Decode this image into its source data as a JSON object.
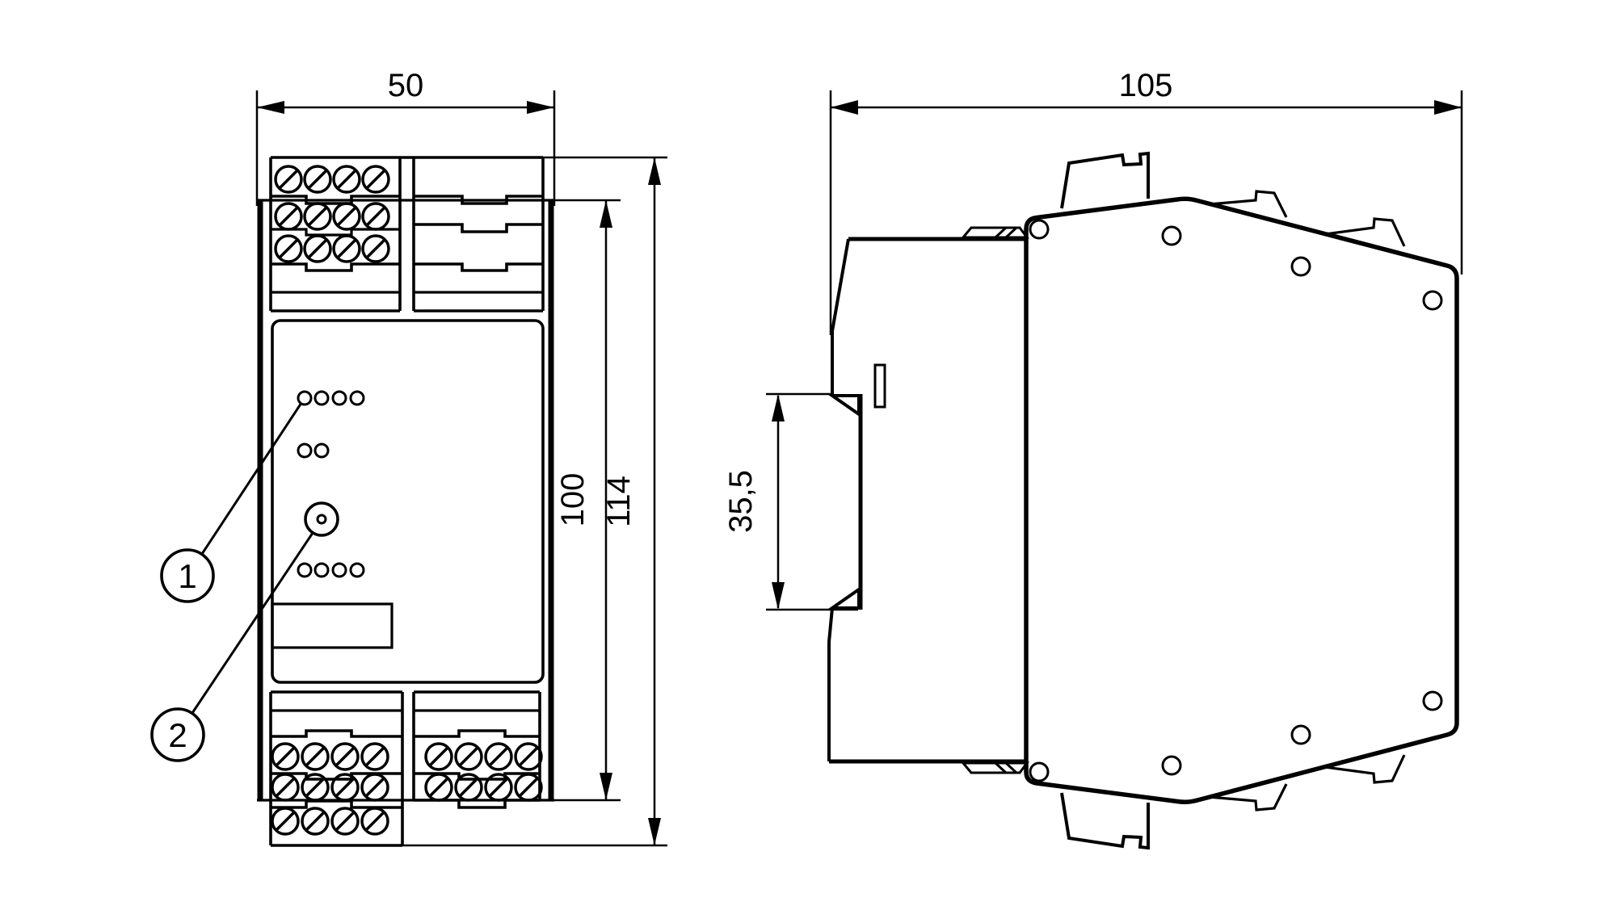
{
  "page": {
    "background": "#ffffff",
    "line_color": "#000000",
    "type_label": "dimensional-drawing"
  },
  "views": {
    "front": {
      "dims": {
        "width": "50",
        "inner_height": "100",
        "outer_height": "114"
      },
      "callouts": [
        {
          "label": "1",
          "target": "status-leds"
        },
        {
          "label": "2",
          "target": "front-button"
        }
      ]
    },
    "side": {
      "dims": {
        "depth": "105",
        "din_rail": "35,5"
      }
    }
  }
}
